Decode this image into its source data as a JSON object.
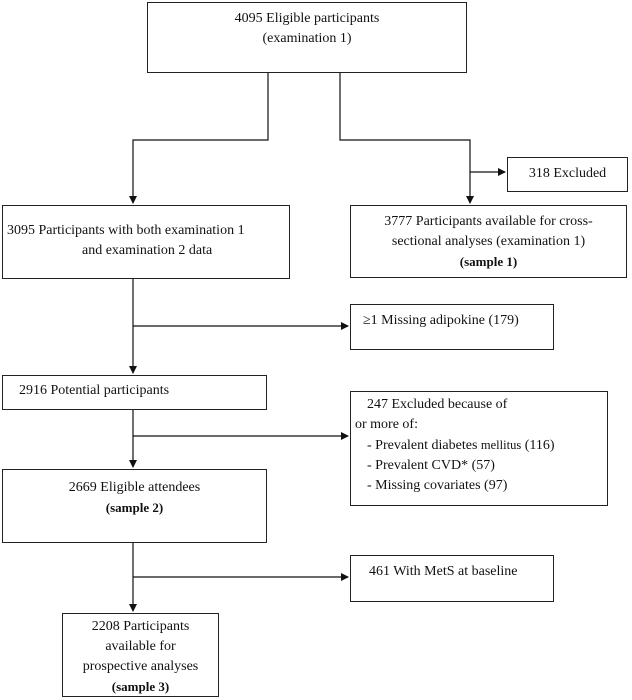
{
  "boxes": {
    "eligible": {
      "line1": "4095 Eligible participants",
      "line2": "(examination 1)"
    },
    "excluded318": {
      "text": "318 Excluded"
    },
    "both_exams": {
      "line1": "3095 Participants with both  examination 1",
      "line2": "and examination 2 data"
    },
    "cross_sectional": {
      "line1": "3777 Participants available for cross-",
      "line2": "sectional analyses (examination 1)",
      "line3": "(sample 1)"
    },
    "missing_adipokine": {
      "text": "≥1 Missing adipokine (179)"
    },
    "potential": {
      "text": "2916 Potential participants"
    },
    "excluded247": {
      "line1": "247 Excluded because of",
      "line2": "or more of:",
      "item1_a": "- Prevalent  diabetes ",
      "item1_b": "mellitus",
      "item1_c": " (116)",
      "item2": "- Prevalent CVD* (57)",
      "item3": "- Missing covariates (97)"
    },
    "eligible_attendees": {
      "line1": "2669 Eligible attendees",
      "line2": "(sample 2)"
    },
    "mets": {
      "text": "461 With MetS at baseline"
    },
    "prospective": {
      "line1": "2208 Participants",
      "line2": "available for",
      "line3": "prospective analyses",
      "line4": "(sample 3)"
    }
  }
}
